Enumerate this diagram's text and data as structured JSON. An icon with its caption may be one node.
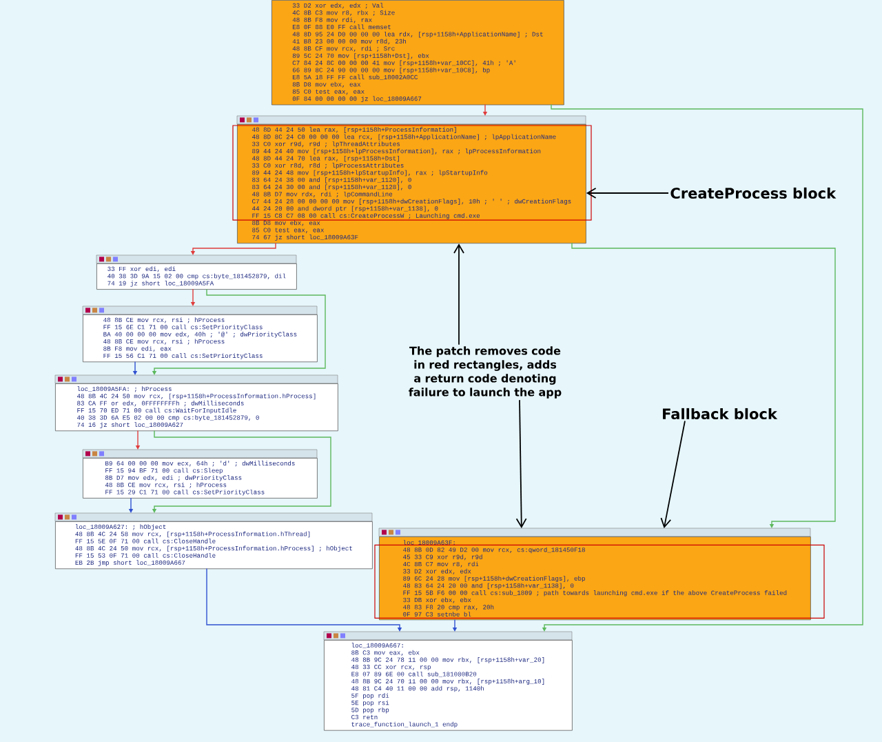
{
  "diagram": {
    "nodes": [
      {
        "text": [
          "33 D2  xor edx, edx ; Val",
          "4C 8B C3  mov r8, rbx ; Size",
          "48 8B F8  mov rdi, rax",
          "E8 0F 88 E0 FF  call memset",
          "48 8D 95 24 D0 00 00 00  lea rdx, [rsp+1158h+ApplicationName] ; Dst",
          "41 B8 23 00 00 00  mov r8d, 23h",
          "48 8B CF  mov rcx, rdi ; Src",
          "89 5C 24 70  mov [rsp+1158h+Dst], ebx",
          "C7 84 24 8C 00 00 00 41  mov [rsp+1158h+var_10CC], 41h ; 'A'",
          "66 89 8C 24 90 00 00 00  mov [rsp+1158h+var_10C8], bp",
          "E8 5A 18 FF FF  call sub_18002A0CC",
          "8B D8  mov ebx, eax",
          "85 C0  test eax, eax",
          "0F 84 00 00 00 00  jz loc_18009A667"
        ]
      },
      {
        "text": [
          "48 8D 44 24 50  lea rax, [rsp+1158h+ProcessInformation]",
          "48 8D 8C 24 C0 00 00 00  lea rcx, [rsp+1158h+ApplicationName] ; lpApplicationName",
          "33 C0  xor r9d, r9d ; lpThreadAttributes",
          "89 44 24 40  mov [rsp+1158h+lpProcessInformation], rax ; lpProcessInformation",
          "48 8D 44 24 70  lea rax, [rsp+1158h+Dst]",
          "33 C0  xor r8d, r8d ; lpProcessAttributes",
          "89 44 24 48  mov [rsp+1158h+lpStartupInfo], rax ; lpStartupInfo",
          "83 64 24 38 00  and [rsp+1158h+var_1120], 0",
          "83 64 24 30 00  and [rsp+1158h+var_1128], 0",
          "48 8B D7  mov rdx, rdi ; lpCommandLine",
          "C7 44 24 28 00 00 00 00  mov [rsp+1158h+dwCreationFlags], 10h ; ' ' ; dwCreationFlags",
          "44 24 20 00  and dword ptr [rsp+1158h+var_1138], 0",
          "FF 15 C8 C7 08 00  call cs:CreateProcessW ; Launching cmd.exe",
          "8B D8  mov ebx, eax",
          "85 C0  test eax, eax",
          "74 67  jz short loc_18009A63F"
        ]
      },
      {
        "text": [
          "33 FF  xor edi, edi",
          "40 38 3D 9A 15 02 00  cmp cs:byte_181452879, dil",
          "74 19  jz short loc_18009A5FA"
        ]
      },
      {
        "text": [
          "48 8B CE  mov rcx, rsi ; hProcess",
          "FF 15 6E C1 71 00  call cs:SetPriorityClass",
          "BA 40 00 00 00  mov edx, 40h ; '@' ; dwPriorityClass",
          "48 8B CE  mov rcx, rsi ; hProcess",
          "8B F8  mov edi, eax",
          "FF 15 56 C1 71 00  call cs:SetPriorityClass"
        ]
      },
      {
        "text": [
          "loc_18009A5FA: ; hProcess",
          "48 8B 4C 24 50  mov rcx, [rsp+1158h+ProcessInformation.hProcess]",
          "83 CA FF  or edx, 0FFFFFFFFh ; dwMilliseconds",
          "FF 15 70 ED 71 00  call cs:WaitForInputIdle",
          "40 38 3D 6A E5 02 00 00  cmp cs:byte_181452879, 0",
          "74 16  jz short loc_18009A627"
        ]
      },
      {
        "text": [
          "B9 64 00 00 00  mov ecx, 64h ; 'd' ; dwMilliseconds",
          "FF 15 94 BF 71 00  call cs:Sleep",
          "8B D7  mov edx, edi ; dwPriorityClass",
          "48 8B CE  mov rcx, rsi ; hProcess",
          "FF 15 29 C1 71 00  call cs:SetPriorityClass"
        ]
      },
      {
        "text": [
          "loc_18009A627: ; hObject",
          "48 8B 4C 24 58  mov rcx, [rsp+1158h+ProcessInformation.hThread]",
          "FF 15 5E 0F 71 00  call cs:CloseHandle",
          "48 8B 4C 24 50  mov rcx, [rsp+1158h+ProcessInformation.hProcess] ; hObject",
          "FF 15 53 0F 71 00  call cs:CloseHandle",
          "EB 2B  jmp short loc_18009A667"
        ]
      },
      {
        "text": [
          "loc_18009A63F:",
          "48 8B 0D 82 49 D2 00  mov rcx, cs:qword_181450F18",
          "45 33 C9  xor r9d, r9d",
          "4C 8B C7  mov r8, rdi",
          "33 D2  xor edx, edx",
          "89 6C 24 28  mov [rsp+1158h+dwCreationFlags], ebp",
          "48 83 64 24 20 00  and [rsp+1158h+var_1138], 0",
          "FF 15 5B F6 00 00  call cs:sub_1809 ; path towards launching cmd.exe if the above CreateProcess failed",
          "33 DB  xor ebx, ebx",
          "48 83 F8 20  cmp rax, 20h",
          "0F 97 C3  setnbe bl"
        ]
      },
      {
        "text": [
          "loc_18009A667:",
          "8B C3  mov eax, ebx",
          "48 8B 9C 24 78 11 00 00  mov rbx, [rsp+1158h+var_20]",
          "48 33 CC  xor rcx, rsp",
          "E8 07 89 6E 00  call sub_181080B20",
          "48 8B 9C 24 70 11 00 00  mov rbx, [rsp+1158h+arg_10]",
          "48 81 C4 40 11 00 00  add rsp, 1140h",
          "5F  pop rdi",
          "5E  pop rsi",
          "5D  pop rbp",
          "C3  retn",
          "trace_function_launch_1 endp"
        ]
      },
      {
        "text": [
          "CreateProcess block"
        ]
      },
      {
        "text": [
          "The patch removes code in red rectangles, adds a return code denoting failure to launch the app"
        ]
      },
      {
        "text": [
          "Fallback block"
        ]
      }
    ],
    "edges": [
      {
        "from": 0,
        "to": 1,
        "arrow": "to",
        "color": "#e03c3c"
      },
      {
        "from": 0,
        "to": 8,
        "arrow": "to",
        "color": "#5cb85c"
      },
      {
        "from": 1,
        "to": 2,
        "arrow": "to",
        "color": "#e03c3c"
      },
      {
        "from": 1,
        "to": 7,
        "arrow": "to",
        "color": "#5cb85c"
      },
      {
        "from": 2,
        "to": 3,
        "arrow": "to",
        "color": "#e03c3c"
      },
      {
        "from": 2,
        "to": 4,
        "arrow": "to",
        "color": "#5cb85c"
      },
      {
        "from": 3,
        "to": 4,
        "arrow": "to",
        "color": "#3050d0"
      },
      {
        "from": 4,
        "to": 5,
        "arrow": "to",
        "color": "#e03c3c"
      },
      {
        "from": 4,
        "to": 6,
        "arrow": "to",
        "color": "#5cb85c"
      },
      {
        "from": 5,
        "to": 6,
        "arrow": "to",
        "color": "#3050d0"
      },
      {
        "from": 6,
        "to": 8,
        "arrow": "to",
        "color": "#3050d0"
      },
      {
        "from": 7,
        "to": 8,
        "arrow": "to",
        "color": "#3050d0"
      },
      {
        "from": 9,
        "to": 1,
        "arrow": "to",
        "color": "#000000"
      },
      {
        "from": 10,
        "to": 1,
        "arrow": "to",
        "color": "#000000"
      },
      {
        "from": 10,
        "to": 7,
        "arrow": "to",
        "color": "#000000"
      },
      {
        "from": 11,
        "to": 7,
        "arrow": "to",
        "color": "#000000"
      }
    ]
  }
}
